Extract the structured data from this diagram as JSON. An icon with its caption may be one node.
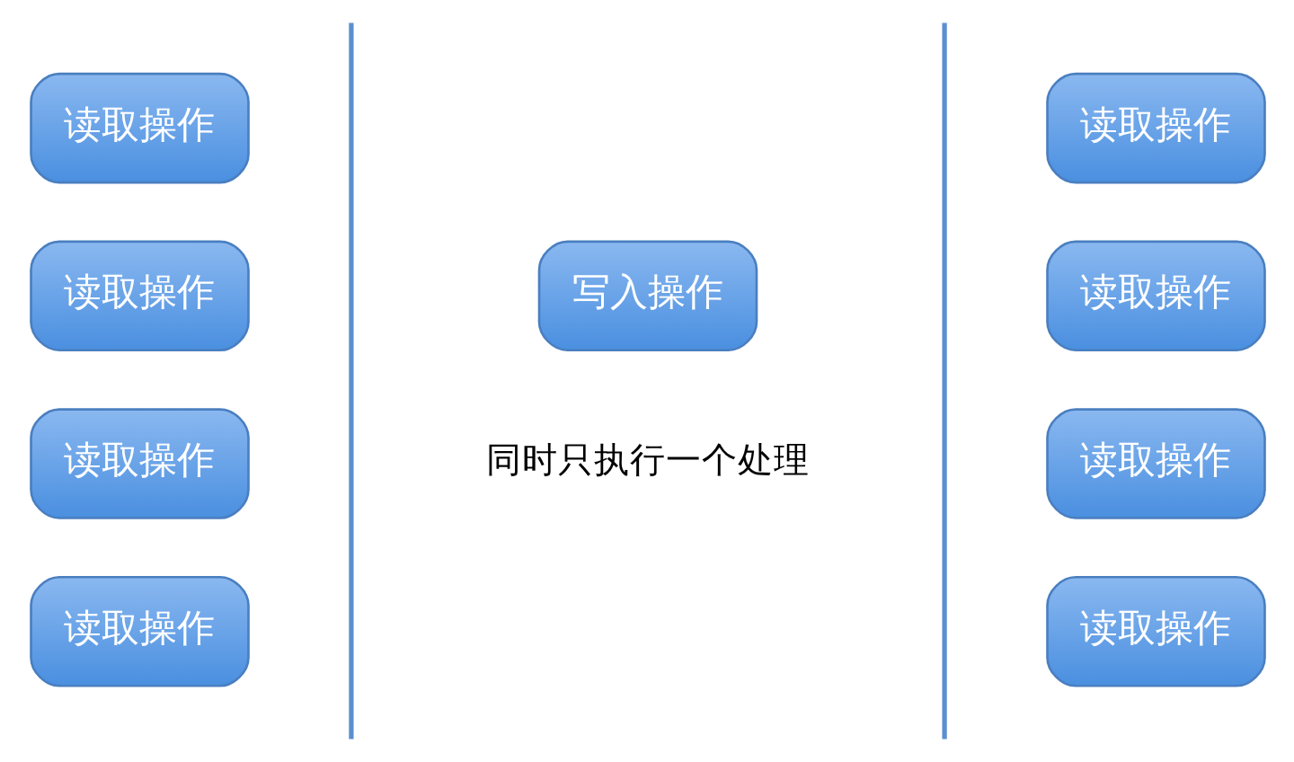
{
  "diagram": {
    "nodes": [
      {
        "text": [
          "读取操作"
        ]
      },
      {
        "text": [
          "读取操作"
        ]
      },
      {
        "text": [
          "读取操作"
        ]
      },
      {
        "text": [
          "读取操作"
        ]
      },
      {
        "text": [
          "写入操作"
        ]
      },
      {
        "text": [
          "读取操作"
        ]
      },
      {
        "text": [
          "读取操作"
        ]
      },
      {
        "text": [
          "读取操作"
        ]
      },
      {
        "text": [
          "读取操作"
        ]
      }
    ],
    "edges": [],
    "labels": [
      "同时只执行一个处理"
    ]
  }
}
